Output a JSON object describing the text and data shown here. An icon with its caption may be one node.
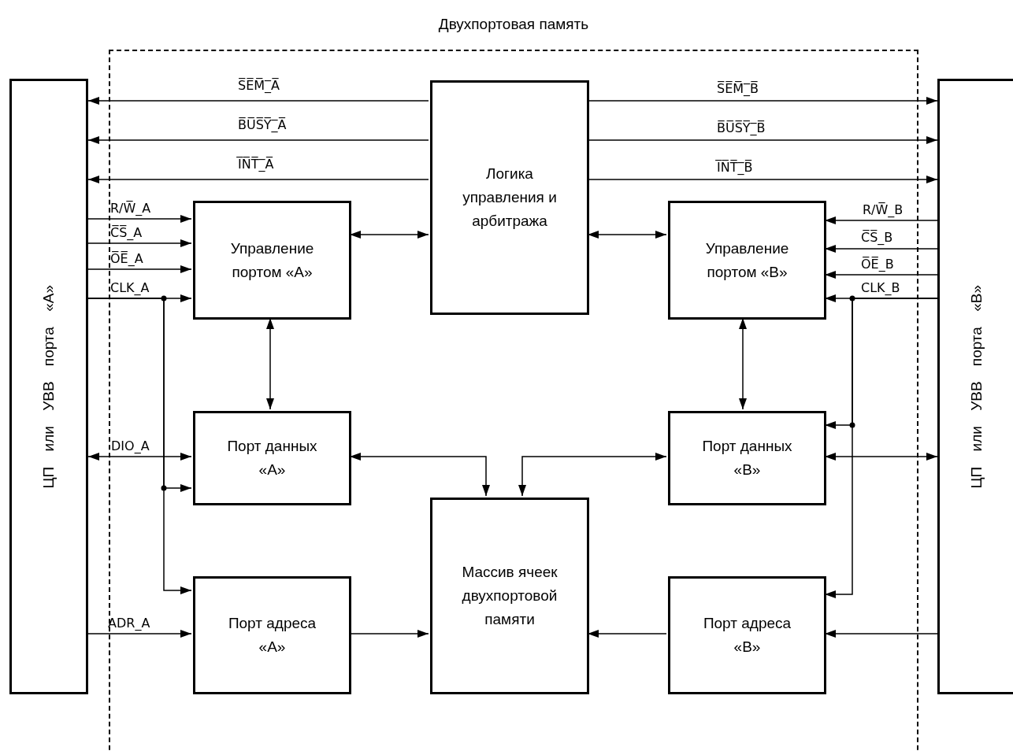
{
  "diagram": {
    "nodes": [
      {
        "text": [
          "Двухпортовая память"
        ]
      },
      {
        "text": [
          "ЦП или УВВ порта «А»"
        ]
      },
      {
        "text": [
          "Логика управления и арбитража"
        ],
        "in": 0
      },
      {
        "text": [
          "Управление портом «А»"
        ],
        "in": 0
      },
      {
        "text": [
          "Управление портом «В»"
        ],
        "in": 0
      },
      {
        "text": [
          "Порт данных «А»"
        ],
        "in": 0
      },
      {
        "text": [
          "Порт данных «В»"
        ],
        "in": 0
      },
      {
        "text": [
          "Массив ячеек двухпортовой памяти"
        ],
        "in": 0
      },
      {
        "text": [
          "Порт адреса «А»"
        ],
        "in": 0
      },
      {
        "text": [
          "Порт адреса «В»"
        ],
        "in": 0
      },
      {
        "text": [
          "ЦП или УВВ порта «В»"
        ]
      }
    ],
    "edges": [
      {
        "from": 2,
        "to": 1,
        "arrow": "to",
        "label": "S̅E̅M̅_̅A̅"
      },
      {
        "from": 2,
        "to": 1,
        "arrow": "to",
        "label": "B̅U̅S̅Y̅_̅A̅"
      },
      {
        "from": 2,
        "to": 1,
        "arrow": "to",
        "label": "I̅N̅T̅_̅A̅"
      },
      {
        "from": 2,
        "to": 10,
        "arrow": "to",
        "label": "S̅E̅M̅_̅B̅"
      },
      {
        "from": 2,
        "to": 10,
        "arrow": "to",
        "label": "B̅U̅S̅Y̅_̅B̅"
      },
      {
        "from": 2,
        "to": 10,
        "arrow": "to",
        "label": "I̅N̅T̅_̅B̅"
      },
      {
        "from": 3,
        "to": 2,
        "arrow": "both"
      },
      {
        "from": 2,
        "to": 4,
        "arrow": "both"
      },
      {
        "from": 1,
        "to": 3,
        "arrow": "to",
        "label": "R/W̅_A"
      },
      {
        "from": 1,
        "to": 3,
        "arrow": "to",
        "label": "C̅S̅_A"
      },
      {
        "from": 1,
        "to": 3,
        "arrow": "to",
        "label": "O̅E̅_A"
      },
      {
        "from": 1,
        "to": 3,
        "arrow": "to",
        "label": "CLK_A"
      },
      {
        "from": 1,
        "to": 5,
        "arrow": "to"
      },
      {
        "from": 1,
        "to": 8,
        "arrow": "to"
      },
      {
        "from": 1,
        "to": 5,
        "arrow": "both",
        "label": "DIO_A"
      },
      {
        "from": 1,
        "to": 8,
        "arrow": "to",
        "label": "ADR_A"
      },
      {
        "from": 3,
        "to": 5,
        "arrow": "both"
      },
      {
        "from": 5,
        "to": 7,
        "arrow": "both"
      },
      {
        "from": 6,
        "to": 7,
        "arrow": "both"
      },
      {
        "from": 8,
        "to": 7,
        "arrow": "to"
      },
      {
        "from": 9,
        "to": 7,
        "arrow": "to"
      },
      {
        "from": 4,
        "to": 6,
        "arrow": "both"
      },
      {
        "from": 10,
        "to": 4,
        "arrow": "to",
        "label": "R/W̅_B"
      },
      {
        "from": 10,
        "to": 4,
        "arrow": "to",
        "label": "C̅S̅_B"
      },
      {
        "from": 10,
        "to": 4,
        "arrow": "to",
        "label": "O̅E̅_B"
      },
      {
        "from": 10,
        "to": 4,
        "arrow": "to",
        "label": "CLK_B"
      },
      {
        "from": 10,
        "to": 6,
        "arrow": "to"
      },
      {
        "from": 10,
        "to": 9,
        "arrow": "to"
      },
      {
        "from": 10,
        "to": 6,
        "arrow": "both"
      },
      {
        "from": 10,
        "to": 9,
        "arrow": "to"
      }
    ]
  }
}
